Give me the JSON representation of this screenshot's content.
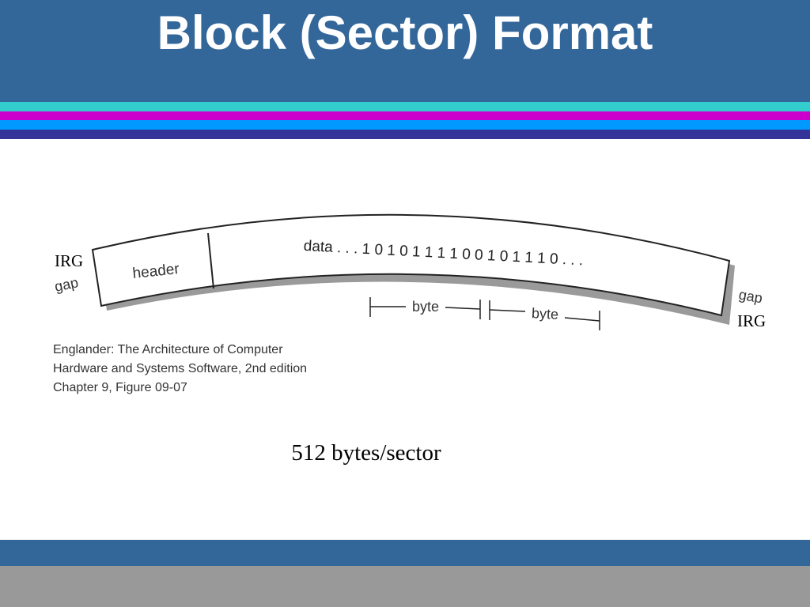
{
  "slide": {
    "title": "Block (Sector) Format",
    "note": "512 bytes/sector"
  },
  "diagram": {
    "labels": {
      "irg_left": "IRG",
      "irg_right": "IRG",
      "gap_left": "gap",
      "gap_right": "gap",
      "header": "header",
      "data": "data . . . 1 0 1 0 1 1 1 1 0 0 1 0 1 1 1 0 . . .",
      "byte_1": "byte",
      "byte_2": "byte"
    },
    "caption": {
      "line1": "Englander: The Architecture of Computer",
      "line2": "Hardware and Systems Software, 2nd edition",
      "line3": "Chapter 9, Figure 09-07"
    }
  },
  "colors": {
    "header_band": "#336699",
    "stripe_teal": "#33cccc",
    "stripe_magenta": "#cc00cc",
    "stripe_sky": "#0099ff",
    "stripe_navy": "#333399",
    "footer_gray": "#999999"
  }
}
